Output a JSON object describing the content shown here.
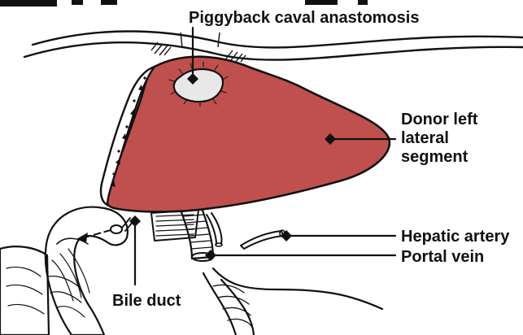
{
  "diagram": {
    "labels": {
      "caval_anastomosis": "Piggyback caval anastomosis",
      "donor_segment_line1": "Donor left",
      "donor_segment_line2": "lateral",
      "donor_segment_line3": "segment",
      "hepatic_artery": "Hepatic artery",
      "portal_vein": "Portal vein",
      "bile_duct": "Bile duct"
    },
    "colors": {
      "liver_fill": "#c0504d",
      "ink": "#111111",
      "background": "#ffffff"
    }
  }
}
